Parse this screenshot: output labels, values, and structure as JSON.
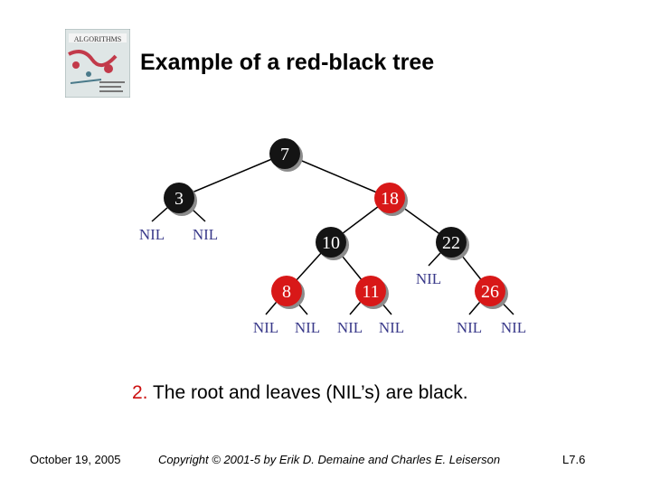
{
  "title": "Example of a red-black tree",
  "book_cover": {
    "label": "ALGORITHMS"
  },
  "tree": {
    "nodes": [
      {
        "id": "n7",
        "key": "7",
        "color": "black"
      },
      {
        "id": "n3",
        "key": "3",
        "color": "black"
      },
      {
        "id": "n18",
        "key": "18",
        "color": "red"
      },
      {
        "id": "n10",
        "key": "10",
        "color": "black"
      },
      {
        "id": "n22",
        "key": "22",
        "color": "black"
      },
      {
        "id": "n8",
        "key": "8",
        "color": "red"
      },
      {
        "id": "n11",
        "key": "11",
        "color": "red"
      },
      {
        "id": "n26",
        "key": "26",
        "color": "red"
      }
    ],
    "edges": [
      [
        "n7",
        "n3"
      ],
      [
        "n7",
        "n18"
      ],
      [
        "n18",
        "n10"
      ],
      [
        "n18",
        "n22"
      ],
      [
        "n10",
        "n8"
      ],
      [
        "n10",
        "n11"
      ],
      [
        "n22",
        "n26"
      ]
    ],
    "nil_label": "NIL",
    "nil_parents": [
      "n3",
      "n3",
      "n22",
      "n8",
      "n8",
      "n11",
      "n11",
      "n26",
      "n26"
    ],
    "colors": {
      "black": "#141414",
      "red": "#d81818",
      "nil_text": "#3a3a8a",
      "edge": "#000000"
    }
  },
  "caption": {
    "number": "2.",
    "text": "The root and leaves (NIL’s) are black."
  },
  "footer": {
    "date": "October 19, 2005",
    "copyright": "Copyright © 2001-5 by Erik D. Demaine and Charles E. Leiserson",
    "page": "L7.6"
  }
}
